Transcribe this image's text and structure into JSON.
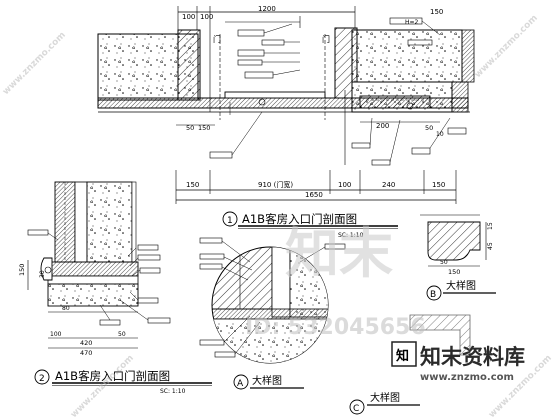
{
  "sections": {
    "s1": {
      "number": "1",
      "title": "A1B客房入口门剖面图",
      "scale": "SC: 1:10"
    },
    "s2": {
      "number": "2",
      "title": "A1B客房入口门剖面图",
      "scale": "SC: 1:10"
    }
  },
  "details": {
    "a": {
      "letter": "A",
      "title": "大样图"
    },
    "b": {
      "letter": "B",
      "title": "大样图"
    },
    "c": {
      "letter": "C",
      "title": "大样图"
    }
  },
  "labels": {
    "door_mark": "门",
    "cap_height": "H=2"
  },
  "dimensions": {
    "top_1200": "1200",
    "top_100a": "100",
    "top_100b": "100",
    "top_150": "150",
    "bottom_150": "150",
    "bottom_910": "910 (门宽)",
    "bottom_100a": "100",
    "bottom_240": "240",
    "bottom_150b": "150",
    "total_1650": "1650",
    "d_200": "200",
    "d_50a": "50",
    "d_10": "10",
    "d_50b": "50",
    "d_150": "150",
    "l_30": "30",
    "l_150": "150",
    "l_100": "100",
    "l_50": "50",
    "l_80": "80",
    "l_420": "420",
    "l_470": "470",
    "b_15": "15",
    "b_50": "50",
    "b_150": "150",
    "b_45": "45"
  },
  "watermark": {
    "logo_main": "知末",
    "id": "ID: 532045656",
    "brand": "知末资料库",
    "url": "www.znzmo.com"
  }
}
